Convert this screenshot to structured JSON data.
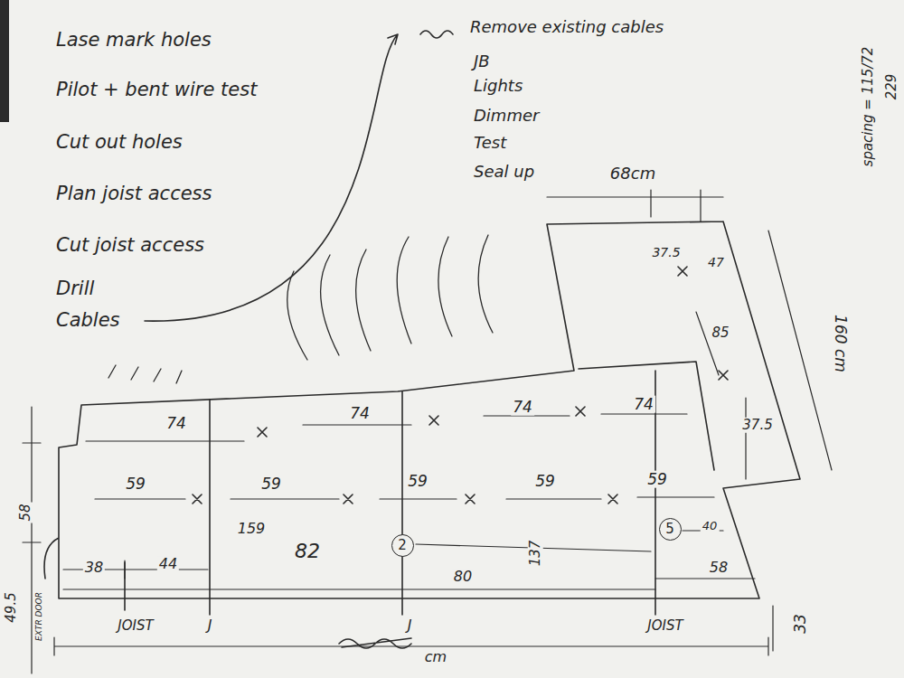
{
  "diagram": {
    "nodes": [
      {
        "text": [
          "2"
        ]
      },
      {
        "text": [
          "5"
        ]
      }
    ],
    "labels": [
      "Lase mark holes",
      "Pilot + bent wire test",
      "Cut out holes",
      "Plan joist access",
      "Cut joist access",
      "Drill",
      "Cables",
      "Remove existing cables",
      "JB",
      "Lights",
      "Dimmer",
      "Test",
      "Seal up",
      "68cm",
      "37.5",
      "47",
      "85",
      "160 cm",
      "37.5",
      "74",
      "74",
      "74",
      "74",
      "59",
      "59",
      "59",
      "59",
      "59",
      "159",
      "82",
      "38",
      "44",
      "80",
      "137",
      "58",
      "40",
      "58",
      "49.5",
      "EXTR DOOR",
      "JOIST",
      "J",
      "J",
      "JOIST",
      "33",
      "cm",
      "spacing = 115/72",
      "229"
    ]
  }
}
